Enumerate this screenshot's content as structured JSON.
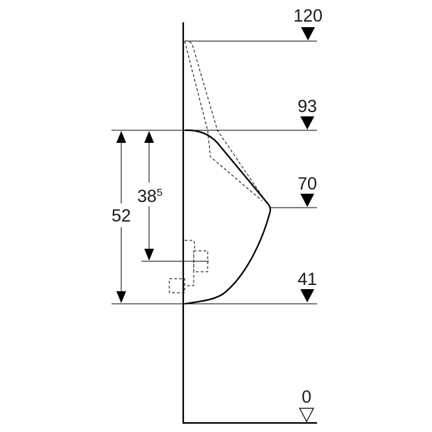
{
  "diagram": {
    "height_markers": [
      {
        "label": "120",
        "filled": true
      },
      {
        "label": "93",
        "filled": true
      },
      {
        "label": "70",
        "filled": true
      },
      {
        "label": "41",
        "filled": true
      },
      {
        "label": "0",
        "filled": false
      }
    ],
    "dimensions": {
      "overall_height": "52",
      "outlet_height_main": "38",
      "outlet_height_sup": "5"
    }
  }
}
